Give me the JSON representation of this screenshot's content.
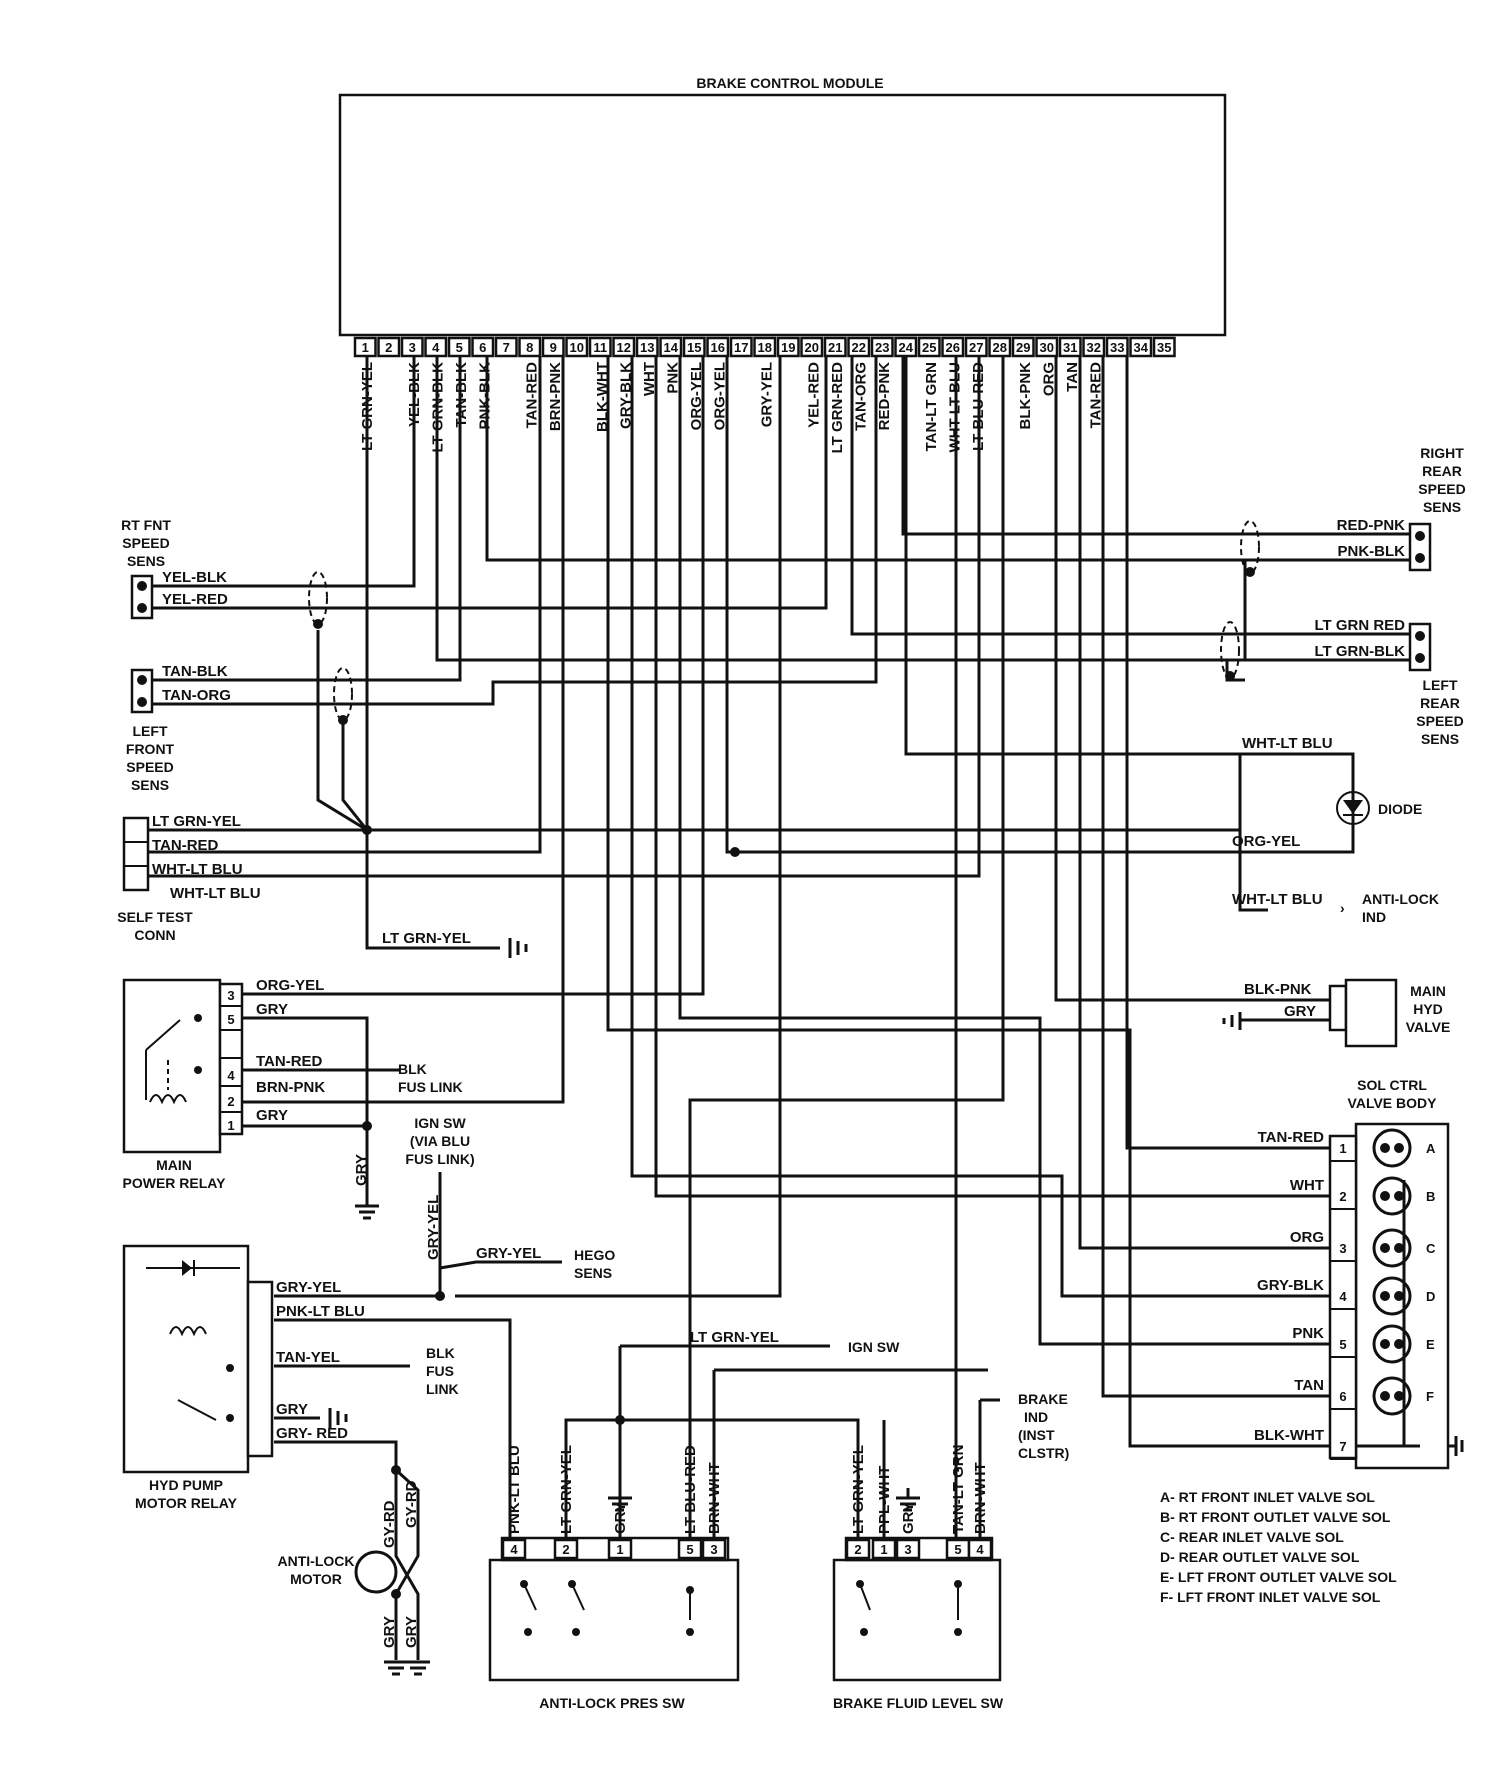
{
  "module": {
    "title": "BRAKE CONTROL MODULE",
    "pins": [
      "1",
      "2",
      "3",
      "4",
      "5",
      "6",
      "7",
      "8",
      "9",
      "10",
      "11",
      "12",
      "13",
      "14",
      "15",
      "16",
      "17",
      "18",
      "19",
      "20",
      "21",
      "22",
      "23",
      "24",
      "25",
      "26",
      "27",
      "28",
      "29",
      "30",
      "31",
      "32",
      "33",
      "34",
      "35"
    ],
    "wire_labels": [
      {
        "pin": "1",
        "text": "LT GRN-YEL"
      },
      {
        "pin": "3",
        "text": "YEL-BLK"
      },
      {
        "pin": "4",
        "text": "LT GRN-BLK"
      },
      {
        "pin": "5",
        "text": "TAN-BLK"
      },
      {
        "pin": "6",
        "text": "PNK-BLK"
      },
      {
        "pin": "8",
        "text": "TAN-RED"
      },
      {
        "pin": "9",
        "text": "BRN-PNK"
      },
      {
        "pin": "11",
        "text": "BLK-WHT"
      },
      {
        "pin": "12",
        "text": "GRY-BLK"
      },
      {
        "pin": "13",
        "text": "WHT"
      },
      {
        "pin": "14",
        "text": "PNK"
      },
      {
        "pin": "15",
        "text": "ORG-YEL"
      },
      {
        "pin": "16",
        "text": "ORG-YEL"
      },
      {
        "pin": "18",
        "text": "GRY-YEL"
      },
      {
        "pin": "20",
        "text": "YEL-RED"
      },
      {
        "pin": "21",
        "text": "LT GRN-RED"
      },
      {
        "pin": "22",
        "text": "TAN-ORG"
      },
      {
        "pin": "23",
        "text": "RED-PNK"
      },
      {
        "pin": "25",
        "text": "TAN-LT GRN"
      },
      {
        "pin": "26",
        "text": "WHT-LT BLU"
      },
      {
        "pin": "27",
        "text": "LT BLU-RED"
      },
      {
        "pin": "29",
        "text": "BLK-PNK"
      },
      {
        "pin": "30",
        "text": "ORG"
      },
      {
        "pin": "31",
        "text": "TAN"
      },
      {
        "pin": "32",
        "text": "TAN-RED"
      }
    ]
  },
  "right_rear_sensor": {
    "title": [
      "RIGHT",
      "REAR",
      "SPEED",
      "SENS"
    ],
    "wires": [
      "RED-PNK",
      "PNK-BLK"
    ]
  },
  "left_rear_sensor": {
    "title": [
      "LEFT",
      "REAR",
      "SPEED",
      "SENS"
    ],
    "wires": [
      "LT GRN RED",
      "LT GRN-BLK"
    ]
  },
  "rt_front_sensor": {
    "title": [
      "RT FNT",
      "SPEED",
      "SENS"
    ],
    "wires": [
      "YEL-BLK",
      "YEL-RED"
    ]
  },
  "left_front_sensor": {
    "title": [
      "LEFT",
      "FRONT",
      "SPEED",
      "SENS"
    ],
    "wires": [
      "TAN-BLK",
      "TAN-ORG"
    ]
  },
  "self_test": {
    "title": [
      "SELF TEST",
      "CONN"
    ],
    "wires": [
      "LT GRN-YEL",
      "TAN-RED",
      "WHT-LT BLU",
      "WHT-LT BLU"
    ],
    "ground_wire": "LT GRN-YEL"
  },
  "diode": {
    "label": "DIODE",
    "wires": [
      "WHT-LT BLU",
      "ORG-YEL"
    ]
  },
  "anti_lock_ind": {
    "wire": "WHT-LT BLU",
    "label": [
      "ANTI-LOCK",
      "IND"
    ]
  },
  "main_hyd_valve": {
    "title": [
      "MAIN",
      "HYD",
      "VALVE"
    ],
    "wires": [
      "BLK-PNK",
      "GRY"
    ]
  },
  "main_power_relay": {
    "title": [
      "MAIN",
      "POWER RELAY"
    ],
    "pins": [
      "3",
      "5",
      "4",
      "2",
      "1"
    ],
    "wires": [
      "ORG-YEL",
      "GRY",
      "TAN-RED",
      "BRN-PNK",
      "GRY"
    ],
    "fuse": [
      "BLK",
      "FUS LINK"
    ],
    "ground_wire": "GRY"
  },
  "ign_sw": {
    "label": [
      "IGN SW",
      "(VIA BLU",
      "FUS LINK)"
    ],
    "wire": "GRY-YEL"
  },
  "hego": {
    "wire": "GRY-YEL",
    "label": [
      "HEGO",
      "SENS"
    ]
  },
  "hyd_pump_relay": {
    "title": [
      "HYD PUMP",
      "MOTOR RELAY"
    ],
    "wires": [
      "GRY-YEL",
      "PNK-LT BLU",
      "TAN-YEL",
      "GRY",
      "GRY- RED"
    ],
    "fuse": [
      "BLK",
      "FUS",
      "LINK"
    ]
  },
  "ign_sw_2": {
    "wire": "LT GRN-YEL",
    "label": "IGN SW"
  },
  "brake_ind": {
    "label": [
      "BRAKE",
      "IND",
      "(INST",
      "CLSTR)"
    ]
  },
  "anti_lock_motor": {
    "title": [
      "ANTI-LOCK",
      "MOTOR"
    ],
    "wires": [
      "GY-RD",
      "GY-RD",
      "GRY",
      "GRY"
    ]
  },
  "anti_lock_pres_sw": {
    "title": "ANTI-LOCK PRES SW",
    "pins": [
      "4",
      "2",
      "1",
      "5",
      "3"
    ],
    "wires": [
      "PNK-LT BLU",
      "LT GRN-YEL",
      "GRY",
      "LT BLU-RED",
      "BRN-WHT"
    ]
  },
  "brake_fluid_sw": {
    "title": "BRAKE FLUID LEVEL SW",
    "pins": [
      "2",
      "1",
      "3",
      "5",
      "4"
    ],
    "wires": [
      "LT GRN-YEL",
      "PPL-WHT",
      "GRY",
      "TAN-LT GRN",
      "BRN-WHT"
    ]
  },
  "sol_valve_body": {
    "title": [
      "SOL CTRL",
      "VALVE BODY"
    ],
    "pins": [
      "1",
      "2",
      "3",
      "4",
      "5",
      "6",
      "7"
    ],
    "wires": [
      "TAN-RED",
      "WHT",
      "ORG",
      "GRY-BLK",
      "PNK",
      "TAN",
      "BLK-WHT"
    ],
    "valves": [
      "A",
      "B",
      "C",
      "D",
      "E",
      "F"
    ]
  },
  "legend": [
    "A- RT FRONT INLET VALVE SOL",
    "B- RT FRONT OUTLET VALVE SOL",
    "C- REAR INLET VALVE SOL",
    "D- REAR OUTLET VALVE SOL",
    "E- LFT FRONT OUTLET VALVE SOL",
    "F- LFT FRONT INLET VALVE SOL"
  ]
}
